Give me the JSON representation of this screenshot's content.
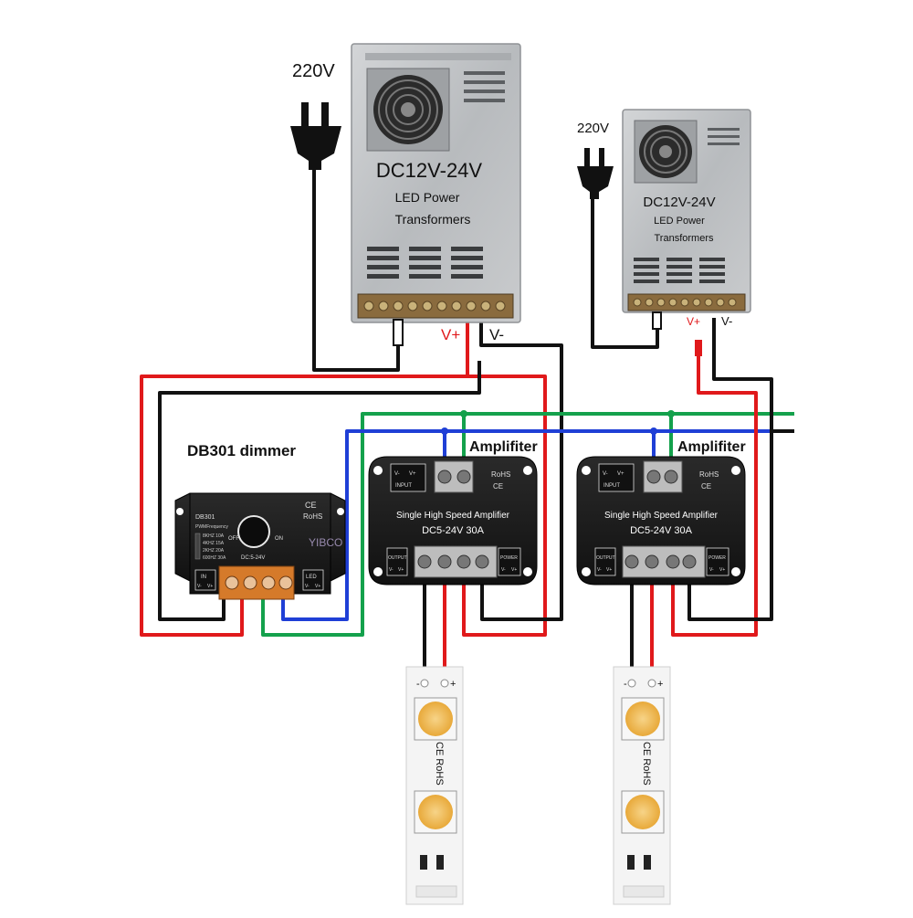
{
  "psu_large": {
    "voltage_label": "220V",
    "title": "DC12V-24V",
    "line1": "LED Power",
    "line2": "Transformers",
    "vplus": "V+",
    "vminus": "V-"
  },
  "psu_small": {
    "voltage_label": "220V",
    "title": "DC12V-24V",
    "line1": "LED Power",
    "line2": "Transformers",
    "vplus": "V+",
    "vminus": "V-"
  },
  "dimmer": {
    "title": "DB301 dimmer",
    "model": "DB301",
    "rohs": "RoHS",
    "ce": "CE",
    "freq_title": "PWMFrequency",
    "freq_rows": [
      "8KHZ 10A",
      "4KHZ 15A",
      "2KHZ 20A",
      "600HZ 30A"
    ],
    "off_label": "OFF",
    "on_label": "ON",
    "dc_label": "DC:5-24V",
    "in_label": "IN",
    "led_label": "LED",
    "vminus": "V-",
    "vplus": "V+",
    "watermark": "YIBCO"
  },
  "amp1": {
    "title": "Amplifiter",
    "input_label": "INPUT",
    "rohs": "RoHS",
    "ce": "CE",
    "line1": "Single High Speed Amplifier",
    "line2": "DC5-24V  30A",
    "output_label": "OUTPUT",
    "power_label": "POWER",
    "vminus": "V-",
    "vplus": "V+"
  },
  "amp2": {
    "title": "Amplifiter",
    "input_label": "INPUT",
    "rohs": "RoHS",
    "ce": "CE",
    "line1": "Single High Speed Amplifier",
    "line2": "DC5-24V  30A",
    "output_label": "OUTPUT",
    "power_label": "POWER",
    "vminus": "V-",
    "vplus": "V+"
  },
  "strip1": {
    "minus": "-",
    "plus": "+",
    "marking": "CE RoHS"
  },
  "strip2": {
    "minus": "-",
    "plus": "+",
    "marking": "CE RoHS"
  },
  "colors": {
    "red": "#e0191b",
    "black": "#111111",
    "green": "#14a14c",
    "blue": "#1f3fd6",
    "psu_body": "#bfc2c4",
    "amp_body": "#1d1d1d",
    "led_chip": "#f2c25c"
  }
}
